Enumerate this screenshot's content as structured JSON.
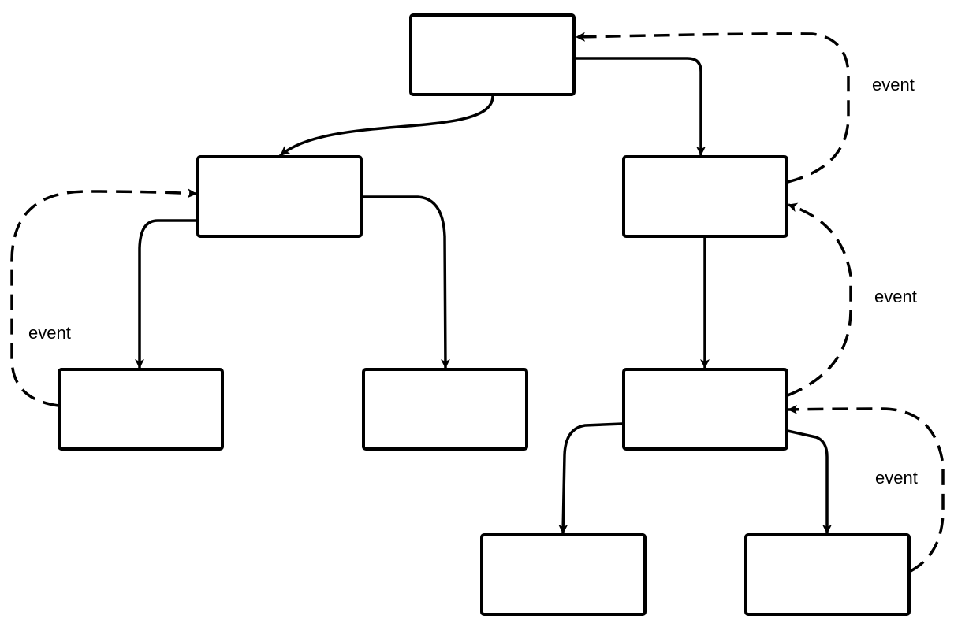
{
  "diagram": {
    "nodes": [
      {
        "id": "root",
        "label": ""
      },
      {
        "id": "left-child",
        "label": ""
      },
      {
        "id": "right-child",
        "label": ""
      },
      {
        "id": "left-left-leaf",
        "label": ""
      },
      {
        "id": "left-right-leaf",
        "label": ""
      },
      {
        "id": "right-middle",
        "label": ""
      },
      {
        "id": "bottom-left-leaf",
        "label": ""
      },
      {
        "id": "bottom-right-leaf",
        "label": ""
      }
    ],
    "edges": [
      {
        "from": "root",
        "to": "left-child",
        "style": "solid"
      },
      {
        "from": "root",
        "to": "right-child",
        "style": "solid"
      },
      {
        "from": "left-child",
        "to": "left-left-leaf",
        "style": "solid"
      },
      {
        "from": "left-child",
        "to": "left-right-leaf",
        "style": "solid"
      },
      {
        "from": "right-child",
        "to": "right-middle",
        "style": "solid"
      },
      {
        "from": "right-middle",
        "to": "bottom-left-leaf",
        "style": "solid"
      },
      {
        "from": "right-middle",
        "to": "bottom-right-leaf",
        "style": "solid"
      }
    ],
    "event_edges": [
      {
        "from": "right-child",
        "to": "root",
        "style": "dashed",
        "label": "event"
      },
      {
        "from": "right-middle",
        "to": "right-child",
        "style": "dashed",
        "label": "event"
      },
      {
        "from": "left-left-leaf",
        "to": "left-child",
        "style": "dashed",
        "label": "event"
      },
      {
        "from": "bottom-right-leaf",
        "to": "right-middle",
        "style": "dashed",
        "label": "event"
      }
    ]
  }
}
